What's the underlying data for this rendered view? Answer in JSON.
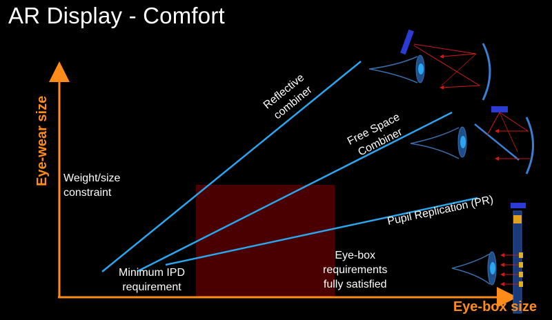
{
  "title": "AR Display - Comfort",
  "axes": {
    "y_label": "Eye-wear size",
    "x_label": "Eye-box size"
  },
  "annotations": {
    "weight_constraint": "Weight/size\nconstraint",
    "min_ipd": "Minimum IPD\nrequirement",
    "eyebox_satisfied": "Eye-box\nrequirements\nfully satisfied"
  },
  "lines": {
    "reflective": "Reflective\ncombiner",
    "free_space": "Free Space\nCombiner",
    "pupil_replication": "Pupil Replication (PR)"
  },
  "colors": {
    "axis": "#ff8c1a",
    "line": "#2aa7f0",
    "region": "#4a0000",
    "title": "#ffffff"
  }
}
